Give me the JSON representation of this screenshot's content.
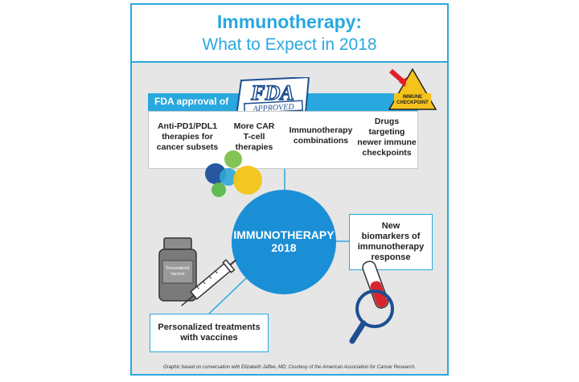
{
  "header": {
    "title": "Immunotherapy:",
    "subtitle": "What to Expect in 2018"
  },
  "fda": {
    "band_label": "FDA approval of",
    "logo_text": "FDA",
    "logo_subtext": "APPROVED"
  },
  "caution_sign": {
    "line1": "IMMUNE",
    "line2": "CHECKPOINT"
  },
  "items": [
    {
      "lines": [
        "Anti-PD1/PDL1",
        "therapies for",
        "cancer subsets"
      ]
    },
    {
      "lines": [
        "More CAR",
        "T-cell",
        "therapies"
      ]
    },
    {
      "lines": [
        "Immunotherapy",
        "combinations"
      ]
    },
    {
      "lines": [
        "Drugs",
        "targeting",
        "newer immune",
        "checkpoints"
      ]
    }
  ],
  "center": {
    "line1": "IMMUNOTHERAPY",
    "line2": "2018"
  },
  "biomarkers": {
    "lines": [
      "New",
      "biomarkers of",
      "immunotherapy",
      "response"
    ]
  },
  "personalized": {
    "lines": [
      "Personalized treatments",
      "with vaccines"
    ]
  },
  "vial_label": {
    "line1": "Personalized",
    "line2": "Vaccine"
  },
  "footnote": "Graphic based on conversation with Elizabeth Jaffee, MD; Courtesy of the American Association for Cancer Research.",
  "colors": {
    "accent": "#29a8df",
    "circle": "#1b8fd6",
    "panel": "#e6e6e6",
    "caution": "#f6c21c",
    "arrow": "#e2202a"
  }
}
